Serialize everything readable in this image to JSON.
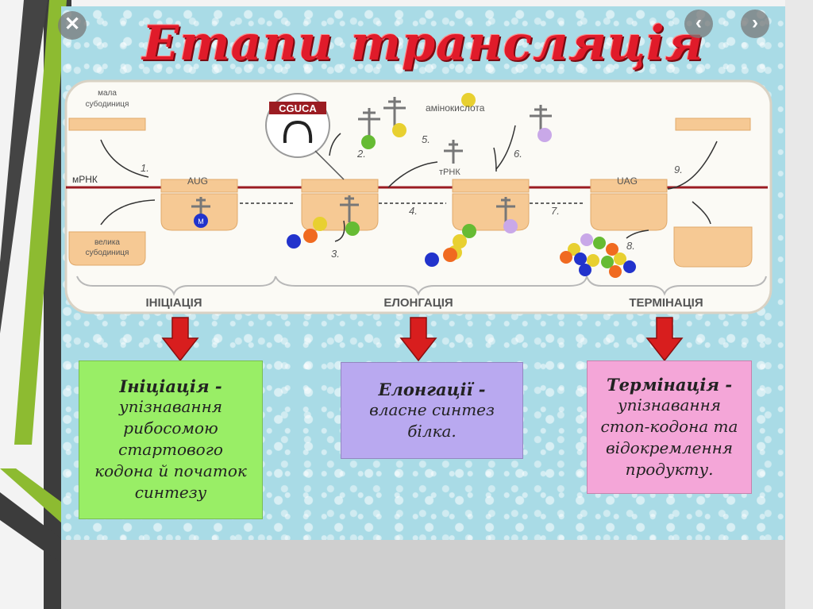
{
  "title": "Етапи трансляція",
  "nav": {
    "close_icon": "close-icon",
    "prev_icon": "chevron-left-icon",
    "next_icon": "chevron-right-icon"
  },
  "diagram": {
    "small_subunit": [
      "мала",
      "субодиниця"
    ],
    "large_subunit": [
      "велика",
      "субодиниця"
    ],
    "mrna": "мРНК",
    "trna": "тРНК",
    "amino_acid": "амінокислота",
    "start_codon": "AUG",
    "stop_codon": "UAG",
    "anticodon": "CGUCA",
    "met": "M",
    "steps": [
      "1.",
      "2.",
      "3.",
      "4.",
      "5.",
      "6.",
      "7.",
      "8.",
      "9."
    ],
    "stages": [
      "ІНІЦІАЦІЯ",
      "ЕЛОНГАЦІЯ",
      "ТЕРМІНАЦІЯ"
    ]
  },
  "boxes": [
    {
      "heading": "Ініціація -",
      "lines": [
        "упізнавання",
        "рибосомою",
        "стартового",
        "кодона й початок",
        "синтезу"
      ],
      "color": "#99ee66",
      "head_inline": false
    },
    {
      "heading": "Елонгації -",
      "lines": [
        "власне синтез",
        "білка."
      ],
      "color": "#b9a9f0"
    },
    {
      "heading": "Термінація -",
      "lines": [
        "упізнавання",
        "стоп-кодона та",
        "відокремлення",
        "продукту."
      ],
      "color": "#f4a6d8"
    }
  ],
  "colors": {
    "title": "#e01b2a",
    "arrow": "#d81e1e",
    "ribosome": "#f6c994",
    "mrna_line": "#9b1c22"
  }
}
